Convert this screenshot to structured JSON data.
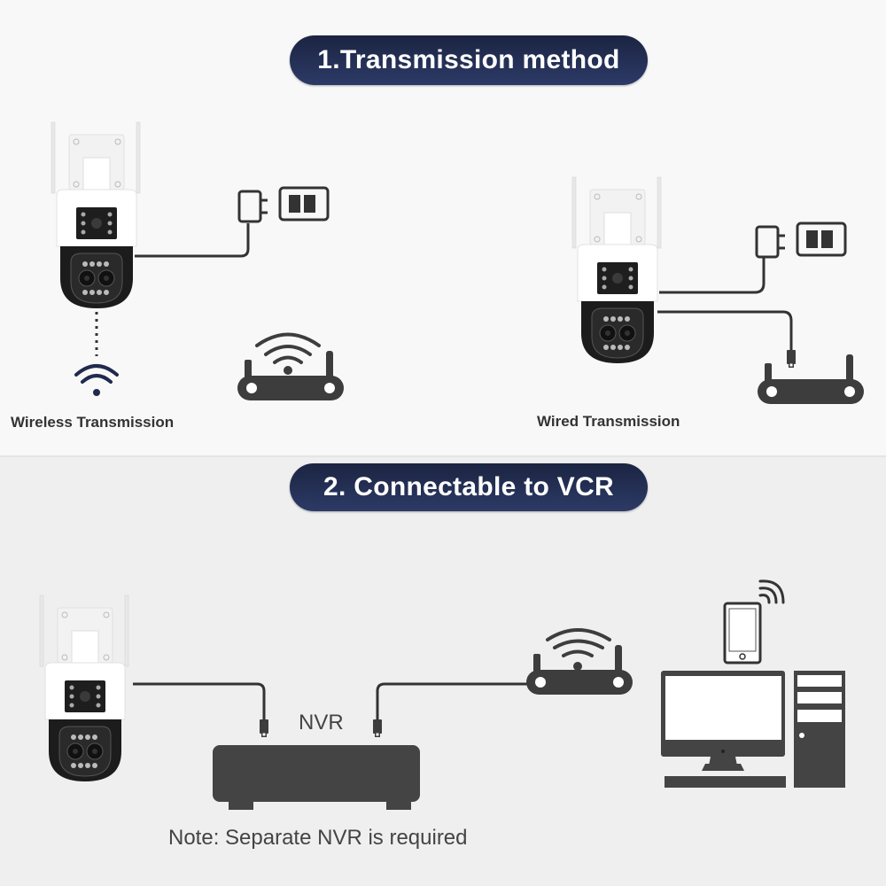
{
  "sections": [
    {
      "title": "1.Transmission method",
      "methods": [
        {
          "label": "Wireless Transmission",
          "icon": "wifi-icon"
        },
        {
          "label": "Wired Transmission",
          "icon": "ethernet-cable-icon"
        }
      ]
    },
    {
      "title": "2. Connectable to VCR",
      "nvr_label": "NVR",
      "note": "Note: Separate NVR is required"
    }
  ],
  "colors": {
    "pill_bg": "#1f2a4d",
    "pill_text": "#ffffff",
    "icon_dark": "#3d3d3d",
    "wifi_blue": "#1f2a4d"
  }
}
